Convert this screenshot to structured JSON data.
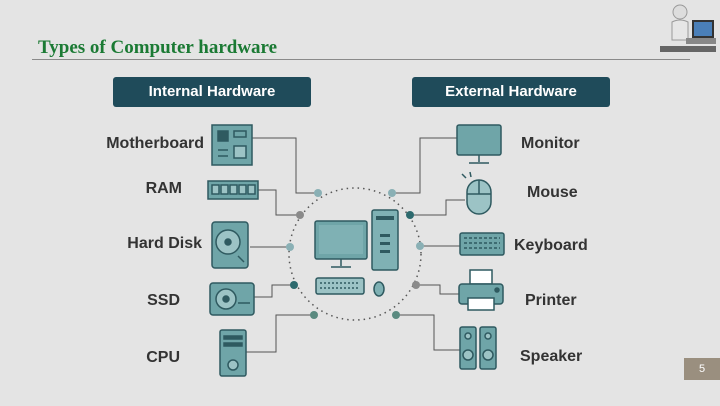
{
  "slide": {
    "title": "Types of Computer hardware",
    "page_number": "5"
  },
  "internal": {
    "header": "Internal Hardware",
    "items": [
      {
        "label": "Motherboard",
        "icon": "motherboard-icon"
      },
      {
        "label": "RAM",
        "icon": "ram-icon"
      },
      {
        "label": "Hard Disk",
        "icon": "hard-disk-icon"
      },
      {
        "label": "SSD",
        "icon": "ssd-icon"
      },
      {
        "label": "CPU",
        "icon": "cpu-tower-icon"
      }
    ]
  },
  "external": {
    "header": "External Hardware",
    "items": [
      {
        "label": "Monitor",
        "icon": "monitor-icon"
      },
      {
        "label": "Mouse",
        "icon": "mouse-icon"
      },
      {
        "label": "Keyboard",
        "icon": "keyboard-icon"
      },
      {
        "label": "Printer",
        "icon": "printer-icon"
      },
      {
        "label": "Speaker",
        "icon": "speaker-icon"
      }
    ]
  },
  "colors": {
    "header_bg": "#1f4b5a",
    "title_green": "#1b7a34",
    "icon_teal": "#2f6b72",
    "icon_fill": "#6fa5a8",
    "dot_light": "#8ab0b5",
    "dot_dark": "#2d6a6e"
  }
}
